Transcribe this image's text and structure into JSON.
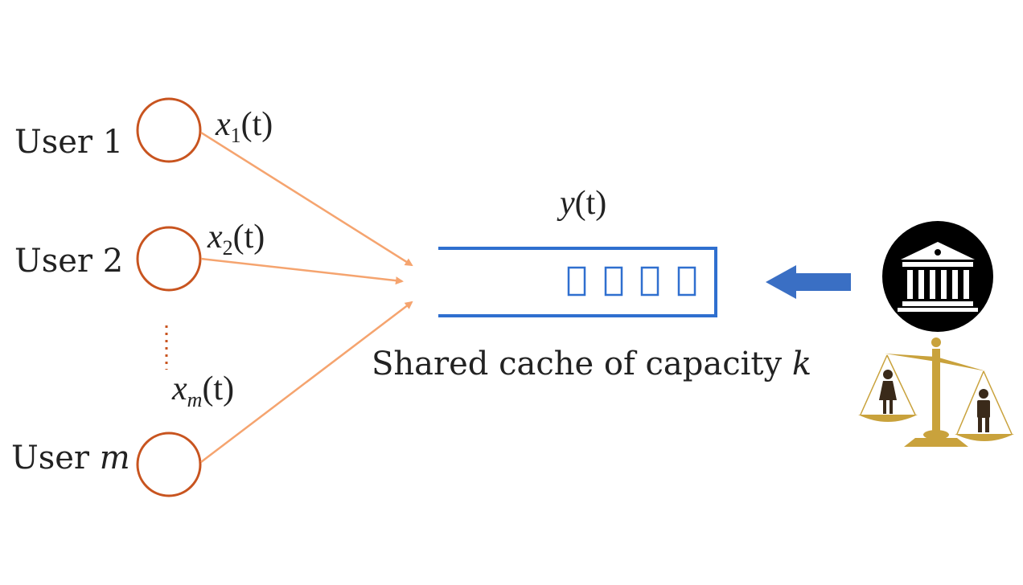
{
  "users": [
    {
      "label": "User 1",
      "flow": {
        "var": "x",
        "sub": "1",
        "arg": "(t)"
      }
    },
    {
      "label": "User 2",
      "flow": {
        "var": "x",
        "sub": "2",
        "arg": "(t)"
      }
    },
    {
      "label": "User ",
      "label_ital": "m",
      "flow": {
        "var": "x",
        "sub": "m",
        "arg": "(t)"
      }
    }
  ],
  "cache": {
    "output": {
      "var": "y",
      "arg": "(t)"
    },
    "caption": "Shared cache of capacity ",
    "caption_ital": "k",
    "slots": 4
  },
  "colors": {
    "user_circle": "#c8541f",
    "arrow": "#f5a46f",
    "dots": "#c8541f",
    "cache": "#2f6fcf",
    "regulator_arrow": "#3a6fc4",
    "institution_bg": "#000000",
    "scale": "#c9a23c",
    "figure": "#3a2a1a"
  },
  "icons": {
    "institution": "bank-building-icon",
    "scale": "balance-scale-icon",
    "female": "female-figure-icon",
    "male": "male-figure-icon"
  }
}
